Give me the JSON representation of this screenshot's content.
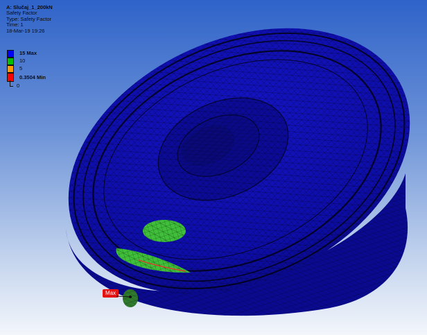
{
  "result": {
    "title": "A: Slučaj_1_200kN",
    "type_line": "Safety Factor",
    "type_label": "Type: Safety Factor",
    "time_label": "Time: 1",
    "date_label": "18-Mar-19 19:26"
  },
  "legend": {
    "items": [
      {
        "label": "15 Max",
        "color": "#0000ff",
        "bold": true
      },
      {
        "label": "10",
        "color": "#00c000",
        "bold": false
      },
      {
        "label": "5",
        "color": "#ff9900",
        "bold": false
      },
      {
        "label": "0.3504 Min",
        "color": "#ff0000",
        "bold": true
      },
      {
        "label": "0",
        "color": "",
        "bold": false
      }
    ]
  },
  "probe": {
    "max_label": "Max"
  },
  "colors": {
    "mesh_body": "#0d0da8",
    "mesh_dark": "#07075e",
    "hot_green": "#3fbf3a"
  }
}
